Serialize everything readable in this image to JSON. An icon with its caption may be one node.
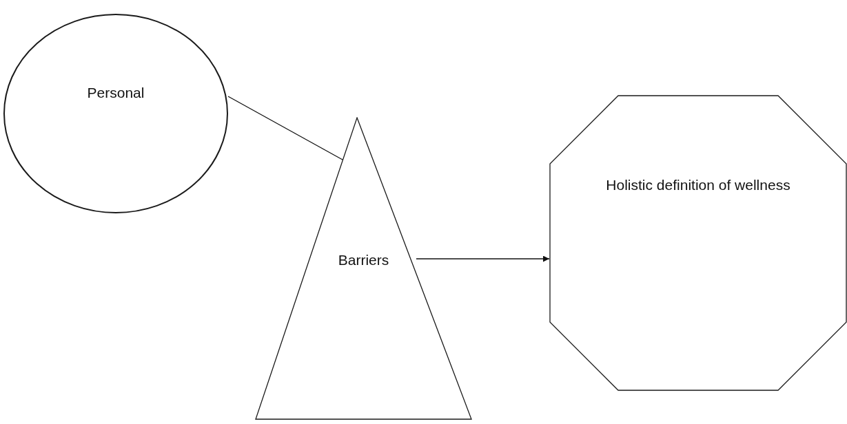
{
  "diagram": {
    "nodes": [
      {
        "text": [
          "Personal"
        ]
      },
      {
        "text": [
          "Barriers"
        ]
      },
      {
        "text": [
          "Holistic definition of wellness"
        ]
      }
    ],
    "edges": [
      {
        "from": 0,
        "to": 1,
        "arrow": "none"
      },
      {
        "from": 1,
        "to": 2,
        "arrow": "to"
      }
    ]
  }
}
